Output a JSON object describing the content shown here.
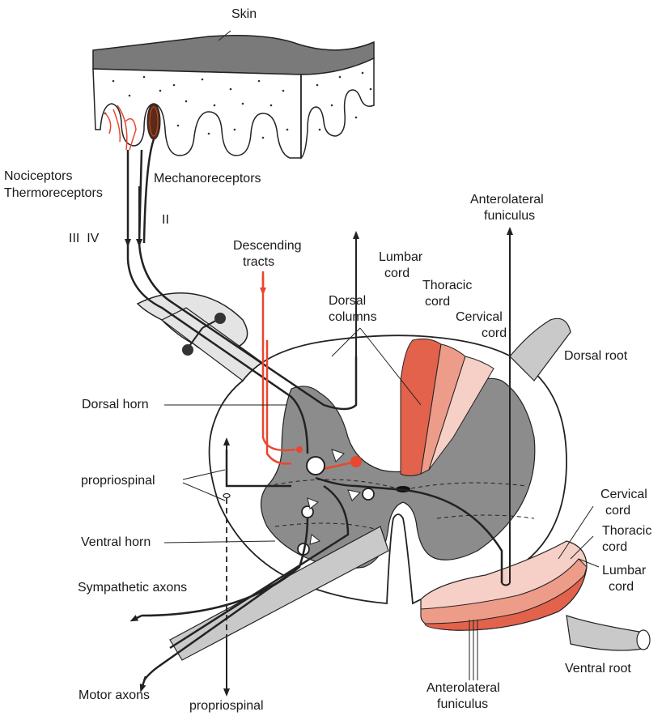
{
  "labels": {
    "skin": "Skin",
    "nociceptors": "Nociceptors",
    "thermoreceptors": "Thermoreceptors",
    "mechanoreceptors": "Mechanoreceptors",
    "fiber_ii": "II",
    "fiber_iii_iv": "III  IV",
    "descending_tracts_1": "Descending",
    "descending_tracts_2": "tracts",
    "dorsal_columns_1": "Dorsal",
    "dorsal_columns_2": "columns",
    "anterolateral_top_1": "Anterolateral",
    "anterolateral_top_2": "funiculus",
    "lumbar_top_1": "Lumbar",
    "lumbar_top_2": "cord",
    "thoracic_top_1": "Thoracic",
    "thoracic_top_2": "cord",
    "cervical_top_1": "Cervical",
    "cervical_top_2": "cord",
    "dorsal_root": "Dorsal root",
    "dorsal_horn": "Dorsal horn",
    "propriospinal_left": "propriospinal",
    "ventral_horn": "Ventral horn",
    "sympathetic_axons": "Sympathetic axons",
    "motor_axons": "Motor axons",
    "propriospinal_bottom": "propriospinal",
    "cervical_bottom_1": "Cervical",
    "cervical_bottom_2": "cord",
    "thoracic_bottom_1": "Thoracic",
    "thoracic_bottom_2": "cord",
    "lumbar_bottom_1": "Lumbar",
    "lumbar_bottom_2": "cord",
    "anterolateral_bottom_1": "Anterolateral",
    "anterolateral_bottom_2": "funiculus",
    "ventral_root": "Ventral root"
  },
  "colors": {
    "gray_matter": "#8c8c8c",
    "skin_top": "#7a7a7a",
    "lumbar": "#e2624c",
    "thoracic": "#ee9c8a",
    "cervical": "#f6cfc6",
    "descending": "#e8472e",
    "outline": "#222222",
    "root_gray": "#c9c9c9"
  }
}
